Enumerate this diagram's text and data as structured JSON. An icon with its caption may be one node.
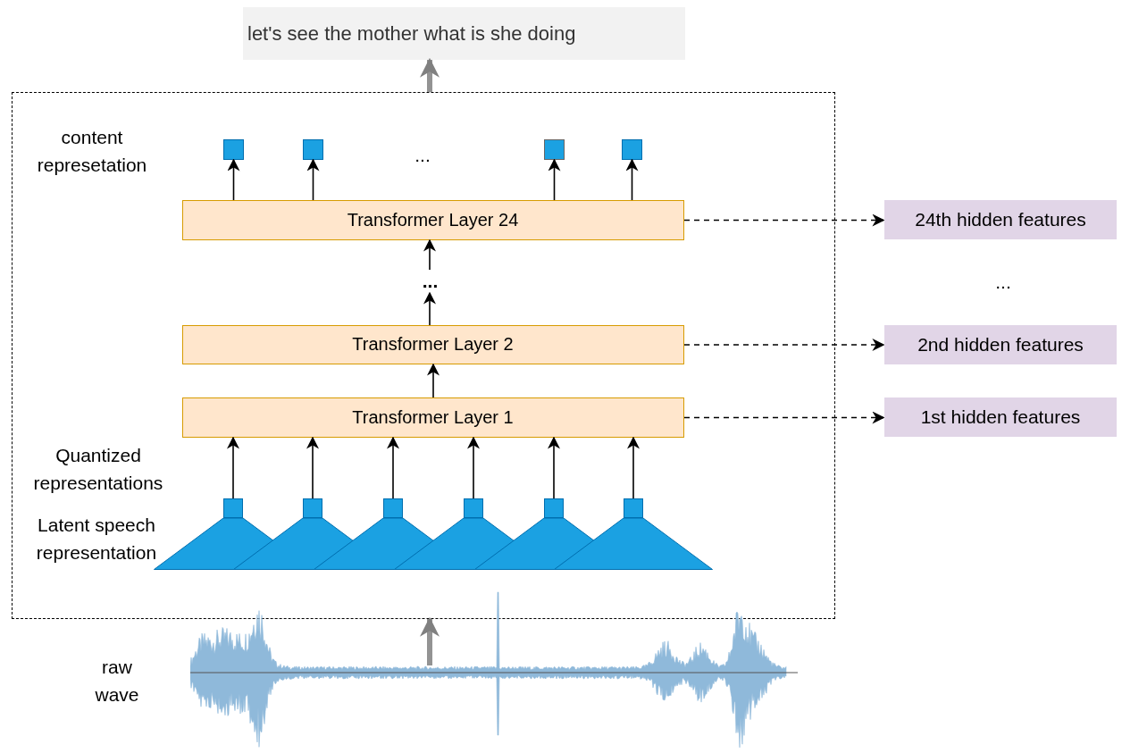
{
  "diagram": {
    "nodes": [
      {
        "text": [
          "let's see the mother what is she doing"
        ]
      },
      {
        "text": [],
        "shape": "box"
      },
      {
        "text": [],
        "shape": "box",
        "in": 1
      },
      {
        "text": [],
        "shape": "box",
        "in": 1
      },
      {
        "text": [],
        "shape": "box",
        "in": 1
      },
      {
        "text": [],
        "shape": "box",
        "in": 1
      },
      {
        "text": [
          "Transformer Layer 24"
        ],
        "in": 1
      },
      {
        "text": [
          "Transformer Layer 2"
        ],
        "in": 1
      },
      {
        "text": [
          "Transformer Layer 1"
        ],
        "in": 1
      },
      {
        "text": [],
        "shape": "box",
        "in": 1
      },
      {
        "text": [],
        "shape": "box",
        "in": 1
      },
      {
        "text": [],
        "shape": "box",
        "in": 1
      },
      {
        "text": [],
        "shape": "box",
        "in": 1
      },
      {
        "text": [],
        "shape": "box",
        "in": 1
      },
      {
        "text": [],
        "shape": "box",
        "in": 1
      },
      {
        "text": [],
        "shape": "triangle",
        "in": 1
      },
      {
        "text": [],
        "shape": "triangle",
        "in": 1
      },
      {
        "text": [],
        "shape": "triangle",
        "in": 1
      },
      {
        "text": [],
        "shape": "triangle",
        "in": 1
      },
      {
        "text": [],
        "shape": "triangle",
        "in": 1
      },
      {
        "text": [],
        "shape": "triangle",
        "in": 1
      },
      {
        "text": [],
        "shape": "picture"
      },
      {
        "text": [
          "24th hidden features"
        ]
      },
      {
        "text": [
          "2nd hidden features"
        ]
      },
      {
        "text": [
          "1st hidden features"
        ]
      },
      {
        "text": [
          "..."
        ],
        "in": 1
      }
    ],
    "edges": [
      {
        "from": 1,
        "to": 0,
        "arrow": "to",
        "style": "thick",
        "color": "#808080"
      },
      {
        "from": 21,
        "to": 1,
        "arrow": "to",
        "style": "thick",
        "color": "#808080"
      },
      {
        "from": 6,
        "to": 2,
        "arrow": "to"
      },
      {
        "from": 6,
        "to": 3,
        "arrow": "to"
      },
      {
        "from": 6,
        "to": 4,
        "arrow": "to"
      },
      {
        "from": 6,
        "to": 5,
        "arrow": "to"
      },
      {
        "from": 25,
        "to": 6,
        "arrow": "to"
      },
      {
        "from": 7,
        "to": 25,
        "arrow": "to"
      },
      {
        "from": 8,
        "to": 7,
        "arrow": "to"
      },
      {
        "from": 9,
        "to": 8,
        "arrow": "to"
      },
      {
        "from": 10,
        "to": 8,
        "arrow": "to"
      },
      {
        "from": 11,
        "to": 8,
        "arrow": "to"
      },
      {
        "from": 12,
        "to": 8,
        "arrow": "to"
      },
      {
        "from": 13,
        "to": 8,
        "arrow": "to"
      },
      {
        "from": 14,
        "to": 8,
        "arrow": "to"
      },
      {
        "from": 6,
        "to": 22,
        "arrow": "to",
        "style": "dashed"
      },
      {
        "from": 7,
        "to": 23,
        "arrow": "to",
        "style": "dashed"
      },
      {
        "from": 8,
        "to": 24,
        "arrow": "to",
        "style": "dashed"
      }
    ],
    "labels": [
      "content represetation",
      "...",
      "...",
      "Quantized representations",
      "Latent speech representation",
      "raw wave"
    ]
  }
}
